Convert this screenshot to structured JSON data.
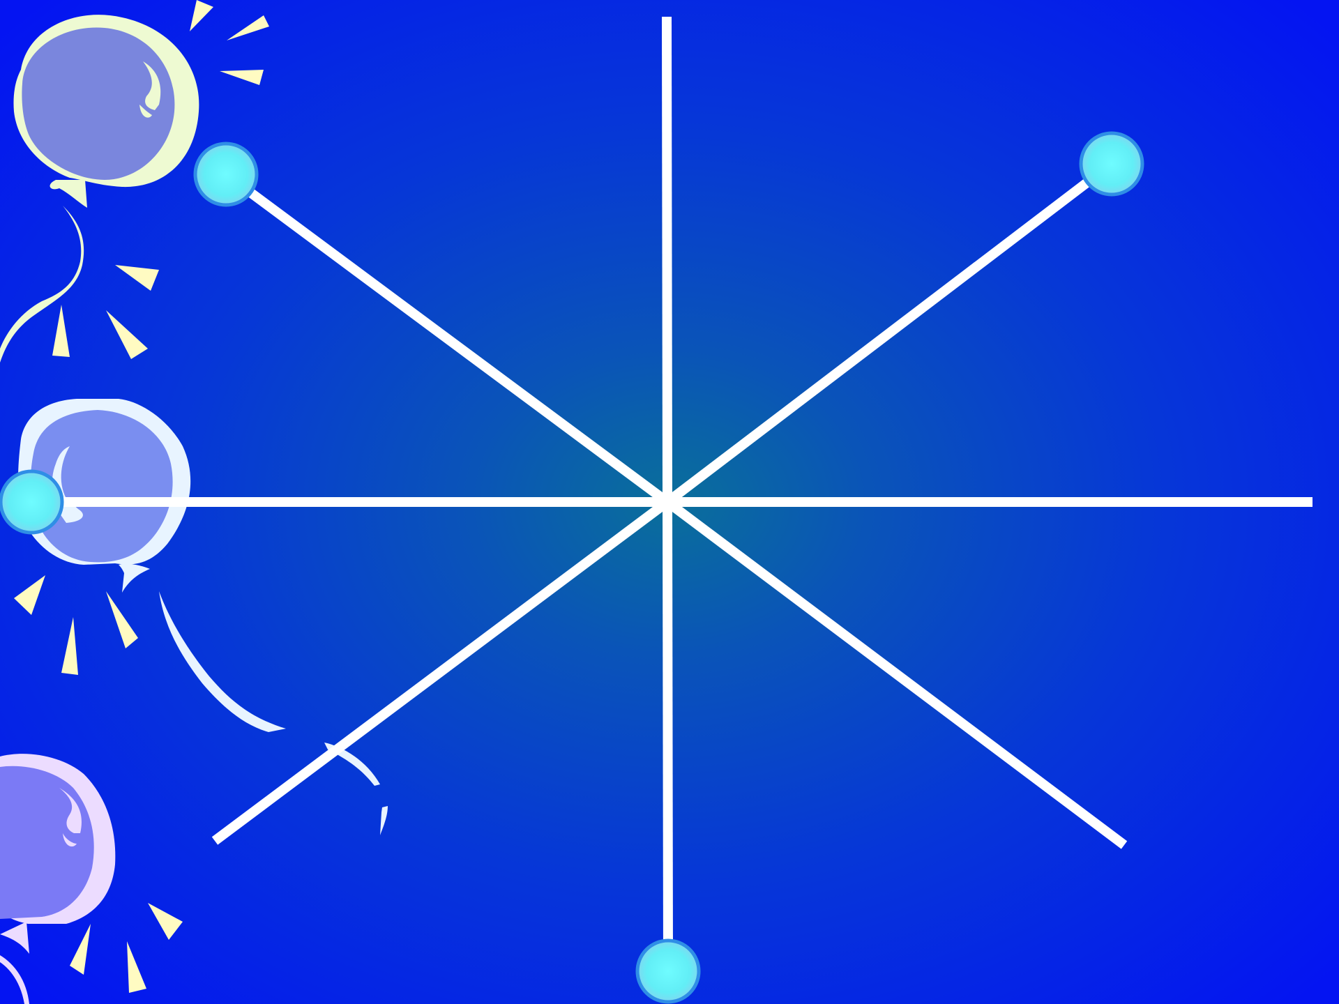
{
  "slide": {
    "background": {
      "center": "#0a6f9a",
      "mid": "#0636d8",
      "edge": "#0414f2"
    },
    "line_color": "#ffffff",
    "hub_color": "#5ff3f6",
    "hub_ring_color": "#2f8ee6"
  },
  "decorations": {
    "balloons": [
      {
        "name": "balloon-top",
        "fill": "#7a86dd",
        "rim": "#eefad2",
        "sparkle": "#fffbc2"
      },
      {
        "name": "balloon-middle",
        "fill": "#7a8ef0",
        "rim": "#e8f4ff",
        "sparkle": "#fffbc2"
      },
      {
        "name": "balloon-bottom",
        "fill": "#7b7af5",
        "rim": "#ecdcff",
        "sparkle": "#fffbc2"
      }
    ]
  },
  "diagram": {
    "spokes": [
      {
        "name": "spoke-up",
        "end_node": false
      },
      {
        "name": "spoke-down",
        "end_node": true
      },
      {
        "name": "spoke-left",
        "end_node": true
      },
      {
        "name": "spoke-right",
        "end_node": false
      },
      {
        "name": "spoke-upper-left",
        "end_node": true
      },
      {
        "name": "spoke-upper-right",
        "end_node": true
      },
      {
        "name": "spoke-lower-left",
        "end_node": false
      },
      {
        "name": "spoke-lower-right",
        "end_node": false
      }
    ]
  }
}
